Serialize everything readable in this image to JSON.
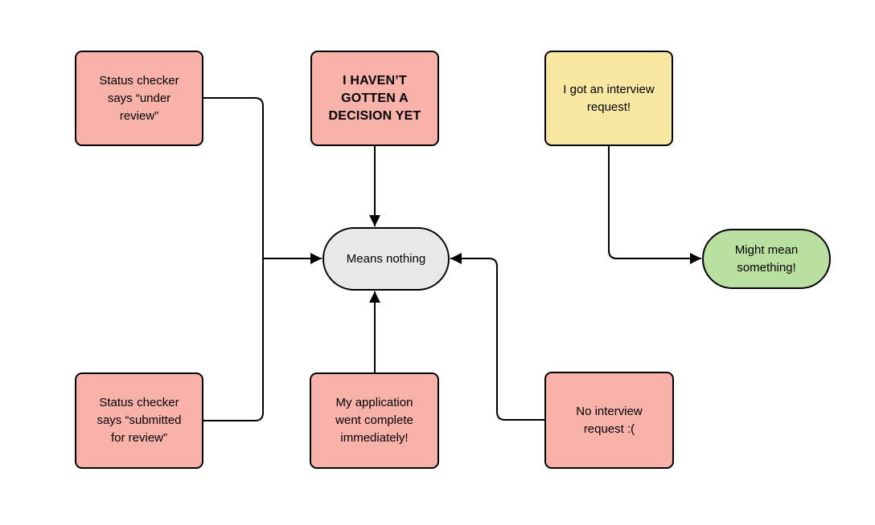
{
  "diagram": {
    "type": "flowchart",
    "colors": {
      "pink": "#f9b2aa",
      "yellow": "#f8e8a2",
      "green": "#b9e0a1",
      "gray": "#e8e8e8",
      "stroke": "#000000",
      "background": "#ffffff"
    },
    "nodes": {
      "under_review": {
        "label": "Status checker\nsays “under\nreview”",
        "fill": "pink",
        "shape": "rectangle"
      },
      "decision_yet": {
        "label": "I HAVEN’T\nGOTTEN A\nDECISION YET",
        "fill": "pink",
        "shape": "rectangle"
      },
      "interview_req": {
        "label": "I got an interview\nrequest!",
        "fill": "yellow",
        "shape": "rectangle"
      },
      "means_nothing": {
        "label": "Means nothing",
        "fill": "gray",
        "shape": "stadium"
      },
      "might_mean": {
        "label": "Might mean\nsomething!",
        "fill": "green",
        "shape": "stadium"
      },
      "submitted_review": {
        "label": "Status checker\nsays “submitted\nfor review”",
        "fill": "pink",
        "shape": "rectangle"
      },
      "went_complete": {
        "label": "My application\nwent complete\nimmediately!",
        "fill": "pink",
        "shape": "rectangle"
      },
      "no_interview": {
        "label": "No interview\nrequest :(",
        "fill": "pink",
        "shape": "rectangle"
      }
    },
    "edges": [
      {
        "from": "under_review",
        "to": "means_nothing"
      },
      {
        "from": "submitted_review",
        "to": "means_nothing"
      },
      {
        "from": "decision_yet",
        "to": "means_nothing"
      },
      {
        "from": "went_complete",
        "to": "means_nothing"
      },
      {
        "from": "no_interview",
        "to": "means_nothing"
      },
      {
        "from": "interview_req",
        "to": "might_mean"
      }
    ]
  }
}
